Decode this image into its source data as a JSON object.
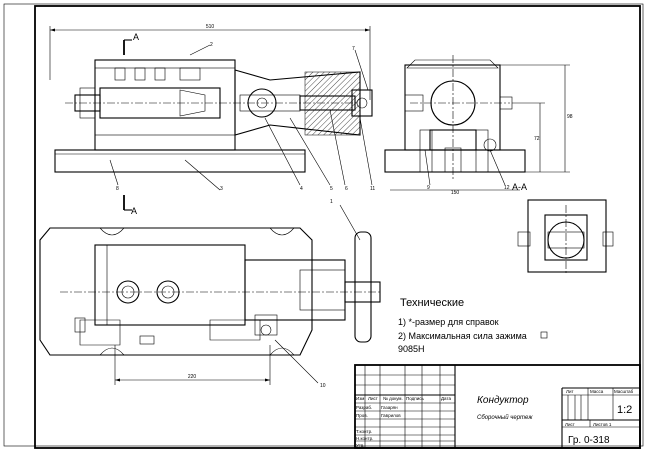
{
  "drawing": {
    "dimensions": {
      "overall_length": "510",
      "height_1": "98",
      "height_2": "72",
      "width_side": "150",
      "bottom_length": "220"
    },
    "section_labels": {
      "view_a_top": "А",
      "view_a_bottom": "А",
      "section_aa": "А-А"
    },
    "callouts": [
      "1",
      "2",
      "3",
      "4",
      "5",
      "6",
      "7",
      "8",
      "9",
      "10",
      "11",
      "12"
    ]
  },
  "notes": {
    "title": "Технические",
    "line1": "1) *-размер для справок",
    "line2": "2) Максимальная сила зажима",
    "line3": "9085Н"
  },
  "title_block": {
    "product_name": "Кондуктор",
    "doc_type": "Сборочный чертеж",
    "code": "Гр. 0-318",
    "scale": "1:2",
    "col_lit": "Лит",
    "col_mass": "Масса",
    "col_scale": "Масштаб",
    "sheet": "Лист",
    "sheets": "Листов 1",
    "row_izm": "Изм",
    "row_list": "Лист",
    "row_ndoc": "№ докум.",
    "row_sign": "Подпись",
    "row_date": "Дата",
    "razrab": "Разраб.",
    "prov": "Пров.",
    "tkontr": "Т.контр.",
    "nkontr": "Н.контр.",
    "utv": "Утв.",
    "razrab_name": "Газарян",
    "prov_name": "Гаврилов"
  }
}
